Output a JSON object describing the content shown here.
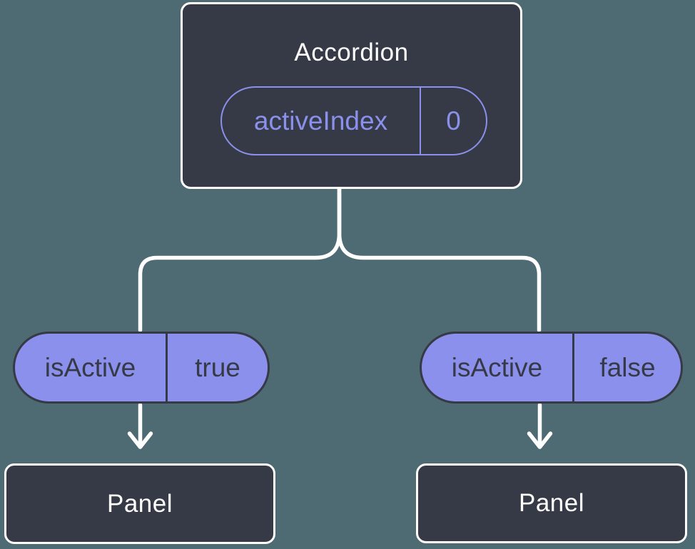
{
  "diagram": {
    "description": "React component tree showing state passed down as props",
    "root": {
      "title": "Accordion",
      "prop": {
        "name": "activeIndex",
        "value": "0"
      }
    },
    "children": [
      {
        "prop": {
          "name": "isActive",
          "value": "true"
        },
        "title": "Panel"
      },
      {
        "prop": {
          "name": "isActive",
          "value": "false"
        },
        "title": "Panel"
      }
    ],
    "colors": {
      "background": "#4E6A72",
      "node_fill": "#353A46",
      "node_border": "#FFFFFF",
      "pill_fill": "#8B90EC",
      "pill_border": "#353A46",
      "accent_purple": "#8B90EC",
      "connector": "#FFFFFF"
    }
  }
}
